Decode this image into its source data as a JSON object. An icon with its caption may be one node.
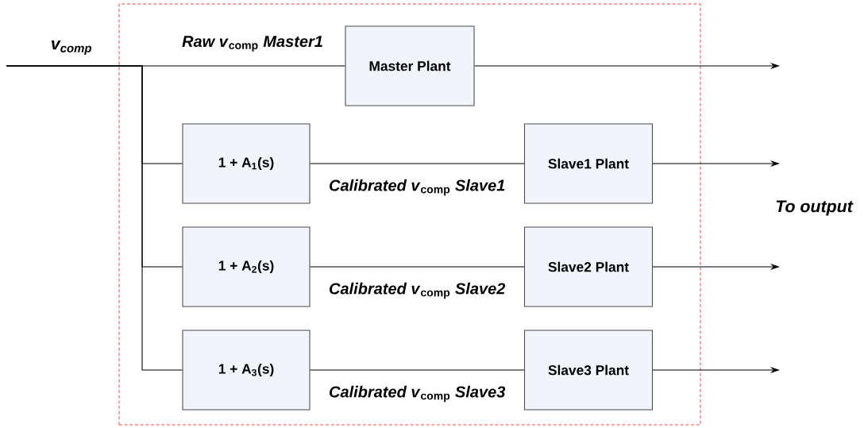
{
  "diagram": {
    "nodes": [
      {
        "text": [],
        "shape": "box"
      },
      {
        "text": [
          "Master Plant"
        ],
        "in": 0
      },
      {
        "text": [
          "1 + A$_{1}$(s)"
        ],
        "in": 0
      },
      {
        "text": [
          "Slave1 Plant"
        ],
        "in": 0
      },
      {
        "text": [
          "1 + A$_{2}$(s)"
        ],
        "in": 0
      },
      {
        "text": [
          "Slave2 Plant"
        ],
        "in": 0
      },
      {
        "text": [
          "1 + A$_{3}$(s)"
        ],
        "in": 0
      },
      {
        "text": [
          "Slave3 Plant"
        ],
        "in": 0
      }
    ],
    "edges": [
      {
        "from": null,
        "to": 1,
        "arrow": "none",
        "label": "*Raw v*$_{comp}$ *Master1*"
      },
      {
        "from": null,
        "to": 2,
        "arrow": "none"
      },
      {
        "from": null,
        "to": 4,
        "arrow": "none"
      },
      {
        "from": null,
        "to": 6,
        "arrow": "none"
      },
      {
        "from": 2,
        "to": 3,
        "arrow": "none",
        "label": "*Calibrated v*$_{comp}$ *Slave1*"
      },
      {
        "from": 4,
        "to": 5,
        "arrow": "none",
        "label": "*Calibrated v*$_{comp}$ *Slave2*"
      },
      {
        "from": 6,
        "to": 7,
        "arrow": "none",
        "label": "*Calibrated v*$_{comp}$ *Slave3*"
      },
      {
        "from": 1,
        "to": null,
        "arrow": "to"
      },
      {
        "from": 3,
        "to": null,
        "arrow": "to"
      },
      {
        "from": 5,
        "to": null,
        "arrow": "to"
      },
      {
        "from": 7,
        "to": null,
        "arrow": "to"
      }
    ],
    "labels": [
      "v$_{comp}$",
      "To output"
    ]
  }
}
